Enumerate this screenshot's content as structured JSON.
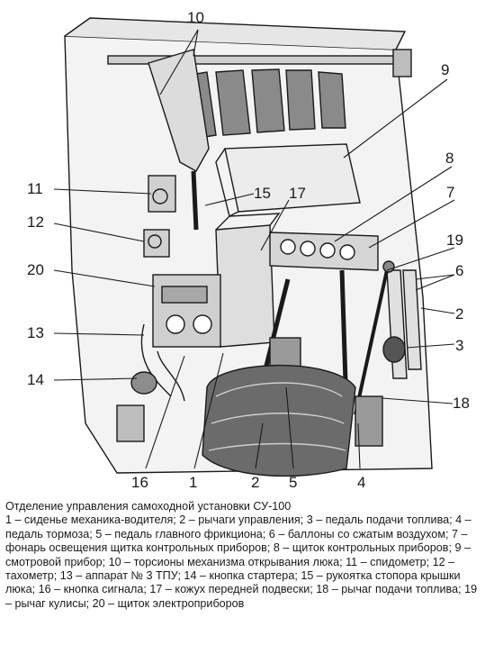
{
  "figure": {
    "labels": [
      "1",
      "2",
      "3",
      "4",
      "5",
      "6",
      "7",
      "8",
      "9",
      "10",
      "11",
      "12",
      "13",
      "14",
      "15",
      "16",
      "17",
      "18",
      "19",
      "20"
    ]
  },
  "caption": {
    "title": "Отделение управления самоходной установки СУ-100",
    "legend": "1 – сиденье механика-водителя; 2 – рычаги управления; 3 – педаль подачи топлива; 4 – педаль тормоза; 5 – педаль главного фрикциона; 6 – баллоны со сжатым воздухом; 7 – фонарь освещения щитка контрольных приборов; 8 – щиток контрольных приборов; 9 – смотровой прибор; 10 – торсионы механизма открывания люка; 11 – спидометр; 12 – тахометр; 13 – аппарат № 3 ТПУ; 14 – кнопка стартера; 15 – рукоятка стопора крышки люка; 16 – кнопка сигнала; 17 – кожух передней подвески; 18 – рычаг подачи топлива; 19 – рычаг кулисы; 20 – щиток электроприборов"
  }
}
